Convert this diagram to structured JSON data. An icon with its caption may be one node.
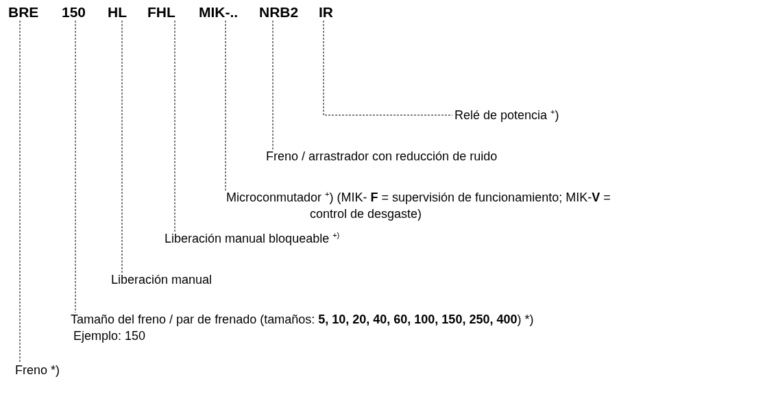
{
  "diagram": {
    "nodes": [
      {
        "text": [
          "BRE"
        ]
      },
      {
        "text": [
          "150"
        ]
      },
      {
        "text": [
          "HL"
        ]
      },
      {
        "text": [
          "FHL"
        ]
      },
      {
        "text": [
          "MIK-.."
        ]
      },
      {
        "text": [
          "NRB2"
        ]
      },
      {
        "text": [
          "IR"
        ]
      },
      {
        "text": [
          "Relé de potencia $^{+}$)"
        ]
      },
      {
        "text": [
          "Freno / arrastrador con reducción de ruido"
        ]
      },
      {
        "text": [
          "Microconmutador $^{+}$) (MIK- **F** = supervisión de funcionamiento; MIK-**V** = control de desgaste)"
        ]
      },
      {
        "text": [
          "Liberación manual bloqueable $^{+)}$"
        ]
      },
      {
        "text": [
          "Liberación manual"
        ]
      },
      {
        "text": [
          "Tamaño del freno / par de frenado (tamaños: **5, 10, 20, 40, 60, 100, 150, 250, 400**) *)",
          "Ejemplo: 150"
        ]
      },
      {
        "text": [
          "Freno *)"
        ]
      }
    ],
    "edges": [
      {
        "from": 6,
        "to": 7,
        "arrow": "none",
        "style": "dashed"
      },
      {
        "from": 5,
        "to": 8,
        "arrow": "none",
        "style": "dashed"
      },
      {
        "from": 4,
        "to": 9,
        "arrow": "none",
        "style": "dashed"
      },
      {
        "from": 3,
        "to": 10,
        "arrow": "none",
        "style": "dashed"
      },
      {
        "from": 2,
        "to": 11,
        "arrow": "none",
        "style": "dashed"
      },
      {
        "from": 1,
        "to": 12,
        "arrow": "none",
        "style": "dashed"
      },
      {
        "from": 0,
        "to": 13,
        "arrow": "none",
        "style": "dashed"
      }
    ]
  }
}
